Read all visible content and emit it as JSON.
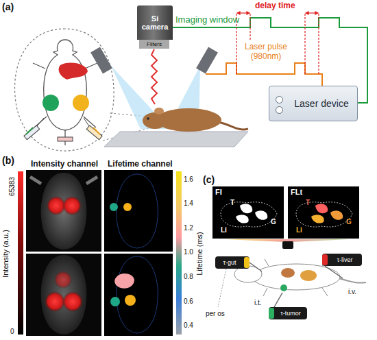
{
  "diagram": {
    "nodes": [
      {
        "text": [
          "Si camera"
        ]
      },
      {
        "text": [
          "Filters"
        ]
      },
      {
        "text": [
          "Laser device"
        ]
      },
      {
        "text": [
          "FI"
        ]
      },
      {
        "text": [
          "FLt"
        ]
      },
      {
        "text": [
          "τ-gut"
        ]
      },
      {
        "text": [
          "τ-liver"
        ]
      },
      {
        "text": [
          "τ-tumor"
        ]
      }
    ],
    "labels": [
      "(a)",
      "Imaging window",
      "delay time",
      "Laser pulse (980nm)",
      "(b)",
      "Intensity channel",
      "Lifetime channel",
      "65383",
      "0",
      "Intensity (a.u.)",
      "1.6",
      "1.4",
      "1.2",
      "1.0",
      "0.8",
      "0.6",
      "0.4",
      "Lifetime (ms)",
      "(c)",
      "T",
      "G",
      "Li",
      "T",
      "G",
      "Li",
      "per os",
      "i.t.",
      "i.v."
    ]
  }
}
